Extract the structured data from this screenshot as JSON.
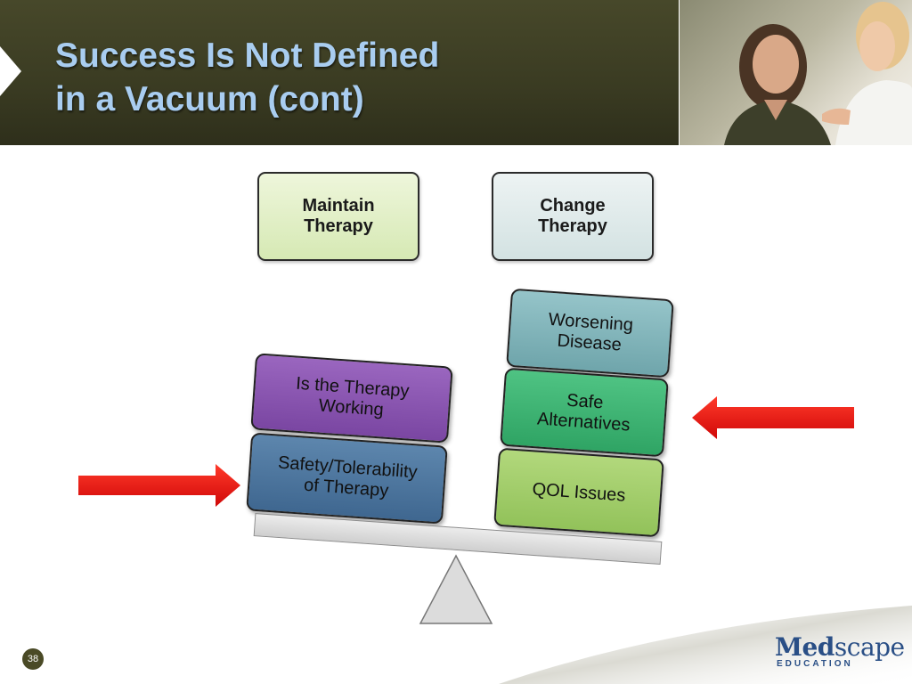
{
  "slide": {
    "title_line1": "Success Is Not Defined",
    "title_line2": "in a Vacuum (cont)",
    "page_number": "38"
  },
  "labels": {
    "maintain": "Maintain\nTherapy",
    "change": "Change\nTherapy"
  },
  "left_stack": [
    {
      "text": "Is the Therapy\nWorking",
      "color": "#8a55b1"
    },
    {
      "text": "Safety/Tolerability\nof Therapy",
      "color": "#4f779f"
    }
  ],
  "right_stack": [
    {
      "text": "Worsening\nDisease",
      "color": "#82b5ba"
    },
    {
      "text": "Safe\nAlternatives",
      "color": "#3fb474"
    },
    {
      "text": "QOL Issues",
      "color": "#a2cd6b"
    }
  ],
  "logo": {
    "med": "Med",
    "scape": "scape",
    "sub": "EDUCATION"
  },
  "colors": {
    "header_bg": "#3a3b22",
    "title": "#a9cdf0",
    "arrow": "#e01010"
  },
  "icons": [
    "arrow-right-icon",
    "arrow-left-icon",
    "fulcrum-triangle"
  ]
}
